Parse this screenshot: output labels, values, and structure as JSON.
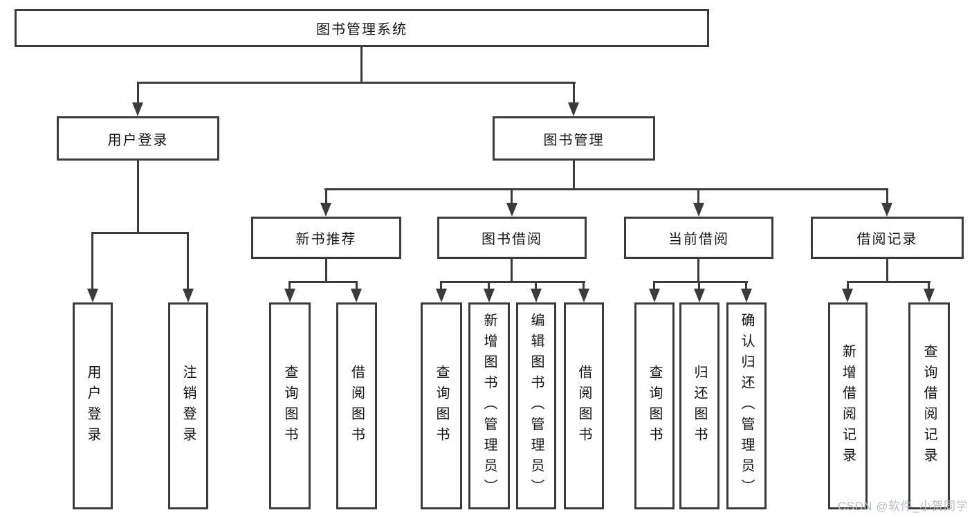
{
  "tree": {
    "root": "图书管理系统",
    "branches": [
      {
        "label": "用户登录",
        "children": [
          "用户登录",
          "注销登录"
        ]
      },
      {
        "label": "图书管理",
        "groups": [
          {
            "label": "新书推荐",
            "children": [
              "查询图书",
              "借阅图书"
            ]
          },
          {
            "label": "图书借阅",
            "children": [
              "查询图书",
              "新增图书（管理员）",
              "编辑图书（管理员）",
              "借阅图书"
            ]
          },
          {
            "label": "当前借阅",
            "children": [
              "查询图书",
              "归还图书",
              "确认归还（管理员）"
            ]
          },
          {
            "label": "借阅记录",
            "children": [
              "新增借阅记录",
              "查询借阅记录"
            ]
          }
        ]
      }
    ]
  },
  "watermark": "CSDN @软件_小贺同学",
  "colors": {
    "line": "#3b3b3b",
    "text": "#141414",
    "watermark": "#b9bfc6",
    "background": "#ffffff"
  }
}
